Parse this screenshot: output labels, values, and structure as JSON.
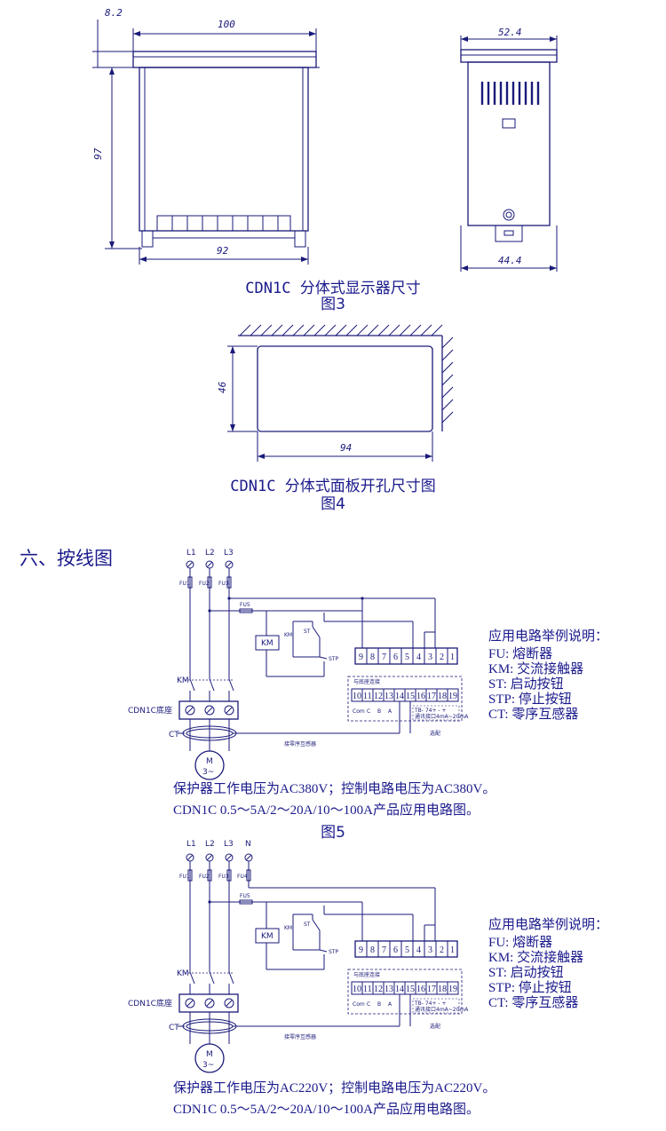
{
  "fig3": {
    "dims": {
      "d82": "8.2",
      "d100": "100",
      "d97": "97",
      "d92": "92",
      "d524": "52.4",
      "d444": "44.4"
    },
    "caption": "CDN1C 分体式显示器尺寸",
    "label": "图3"
  },
  "fig4": {
    "dims": {
      "d46": "46",
      "d94": "94"
    },
    "caption": "CDN1C 分体式面板开孔尺寸图",
    "label": "图4"
  },
  "section": {
    "heading": "六、按线图"
  },
  "wiring": {
    "phases": [
      "L1",
      "L2",
      "L3"
    ],
    "neutral": "N",
    "fuses": [
      "FU1",
      "FU2",
      "FU3"
    ],
    "fuse4": "FU4",
    "fuse5": "FU5",
    "km_coil": "KM",
    "km_contact": "KM",
    "st": "ST",
    "stp": "STP",
    "km": "KM",
    "base": "CDN1C底座",
    "ct": "CT",
    "motor": "M",
    "motor_phase": "3~",
    "top_terminals": [
      "9",
      "8",
      "7",
      "6",
      "5",
      "4",
      "3",
      "2",
      "1"
    ],
    "bottom_terminals": [
      "10",
      "11",
      "12",
      "13",
      "14",
      "15",
      "16",
      "17",
      "18",
      "19"
    ],
    "base_note": "与底座连接",
    "sub_labels": [
      "Com",
      "C",
      "B",
      "A"
    ],
    "signal_sub": "TB- 74+  -  +",
    "comm_note": "通讯接口4mA~20mA",
    "optional": "选配",
    "zero_seq": "接零序互感器"
  },
  "legend": {
    "title": "应用电路举例说明：",
    "items": [
      "FU:  熔断器",
      "KM:  交流接触器",
      "ST:  启动按钮",
      "STP: 停止按钮",
      "CT:  零序互感器"
    ]
  },
  "fig5": {
    "note1": "保护器工作电压为AC380V；控制电路电压为AC380V。",
    "note2": "CDN1C 0.5～5A/2～20A/10～100A产品应用电路图。",
    "label": "图5"
  },
  "fig6": {
    "note1": "保护器工作电压为AC220V；控制电路电压为AC220V。",
    "note2": "CDN1C 0.5～5A/2～20A/10～100A产品应用电路图。"
  }
}
